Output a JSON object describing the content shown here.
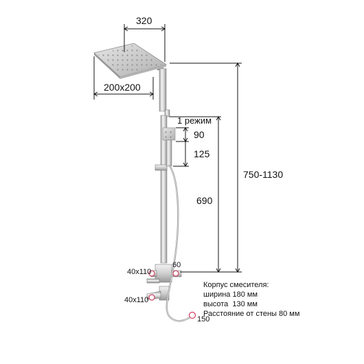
{
  "dimensions": {
    "overhead_reach": "320",
    "head_size": "200x200",
    "total_height": "750-1130",
    "mode": "1 режим",
    "handset_height": "90",
    "handset_gap": "125",
    "bar_height": "690",
    "spout_upper": "40x110",
    "spout_lower": "40x110",
    "outlet": "60",
    "hose_end": "150"
  },
  "specs": {
    "line1": "Корпус смесителя:",
    "line2": "ширина 180 мм",
    "line3": "высота  130 мм",
    "line4": "Расстояние от стены 80 мм"
  },
  "colors": {
    "chrome_light": "#f2f2f2",
    "chrome_mid": "#c8c8c8",
    "chrome_dark": "#8a8a8a",
    "marker": "#d04060",
    "dimension_line": "#111111"
  }
}
